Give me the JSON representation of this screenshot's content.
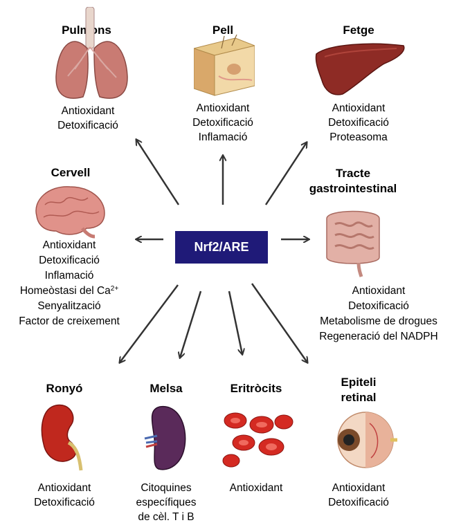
{
  "center": {
    "label": "Nrf2/ARE"
  },
  "organs": {
    "pulmons": {
      "title": "Pulmons",
      "lines": [
        "Antioxidant",
        "Detoxificació"
      ],
      "icon": "lungs-icon"
    },
    "pell": {
      "title": "Pell",
      "lines": [
        "Antioxidant",
        "Detoxificació",
        "Inflamació"
      ],
      "icon": "skin-icon"
    },
    "fetge": {
      "title": "Fetge",
      "lines": [
        "Antioxidant",
        "Detoxificació",
        "Proteasoma"
      ],
      "icon": "liver-icon"
    },
    "cervell": {
      "title": "Cervell",
      "lines": [
        "Antioxidant",
        "Detoxificació",
        "Inflamació",
        "Homeòstasi del Ca",
        "Senyalització",
        "Factor de creixement"
      ],
      "ca_superscript": "2+",
      "icon": "brain-icon"
    },
    "tracte": {
      "title_line1": "Tracte",
      "title_line2": "gastrointestinal",
      "lines": [
        "Antioxidant",
        "Detoxificació",
        "Metabolisme de drogues",
        "Regeneració del NADPH"
      ],
      "icon": "intestine-icon"
    },
    "ronyo": {
      "title": "Ronyó",
      "lines": [
        "Antioxidant",
        "Detoxificació"
      ],
      "icon": "kidney-icon"
    },
    "melsa": {
      "title": "Melsa",
      "lines": [
        "Citoquines",
        "específiques",
        "de cèl. T i B"
      ],
      "icon": "spleen-icon"
    },
    "eritrocits": {
      "title": "Eritròcits",
      "lines": [
        "Antioxidant"
      ],
      "icon": "red-blood-cells-icon"
    },
    "epiteli": {
      "title_line1": "Epiteli",
      "title_line2": "retinal",
      "lines": [
        "Antioxidant",
        "Detoxificació"
      ],
      "icon": "eye-icon"
    }
  }
}
